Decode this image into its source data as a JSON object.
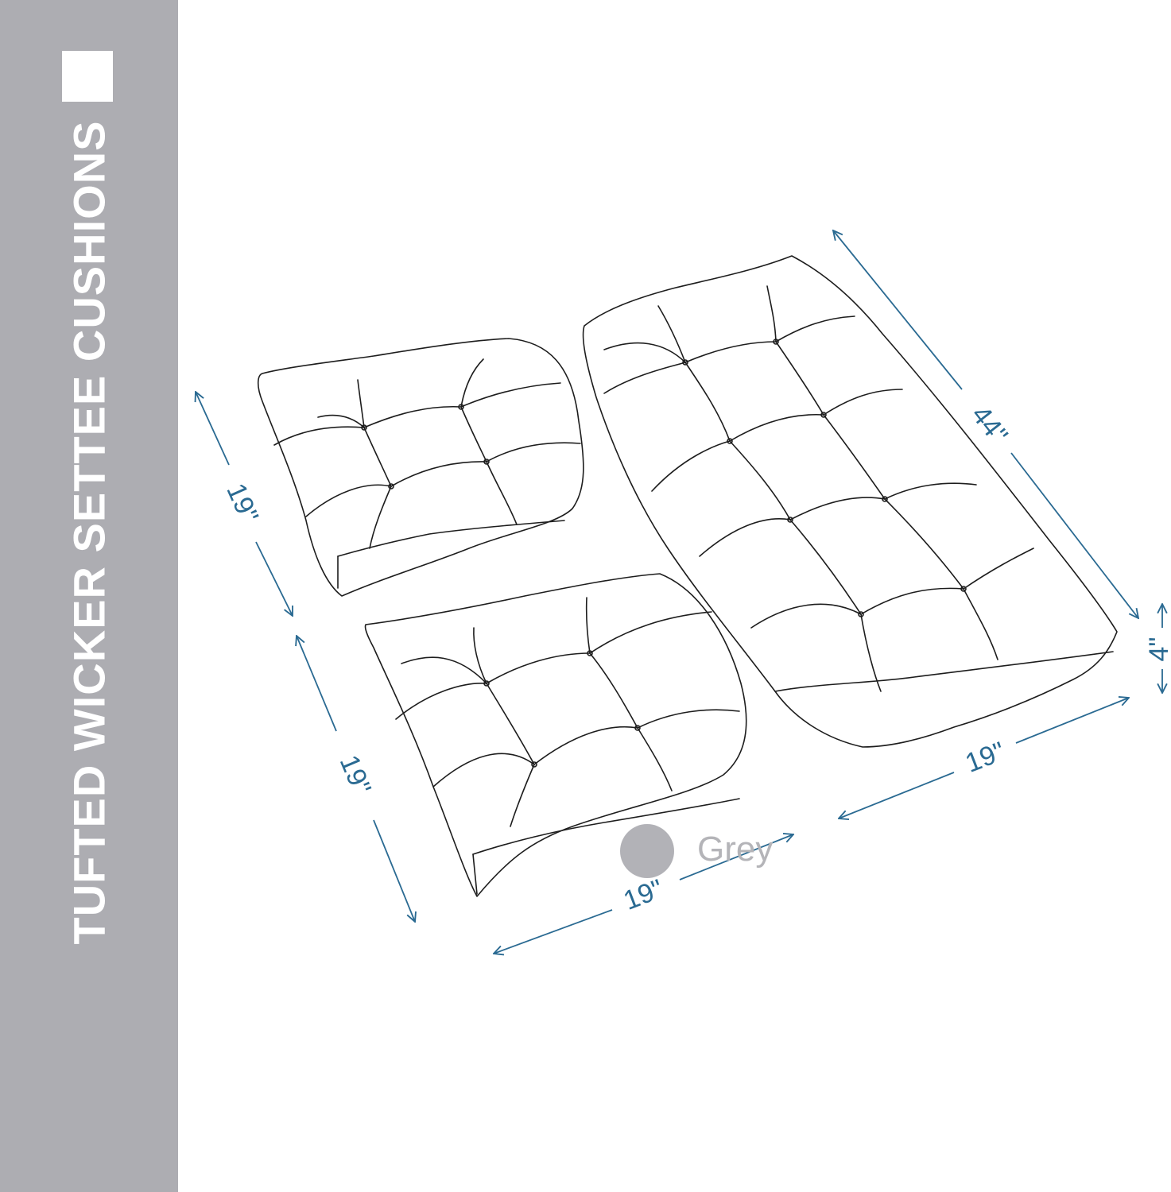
{
  "header": {
    "title": "TUFTED WICKER SETTEE CUSHIONS"
  },
  "colors": {
    "band": "#adadb2",
    "line": "#1d1d1d",
    "dimension": "#2a6a92",
    "swatch": "#b2b2b7"
  },
  "dimensions": {
    "chair_top_depth": "19\"",
    "chair_bottom_depth": "19\"",
    "chair_bottom_width": "19\"",
    "settee_length": "44\"",
    "settee_depth": "19\"",
    "settee_thickness": "4\""
  },
  "color_option": {
    "label": "Grey"
  }
}
